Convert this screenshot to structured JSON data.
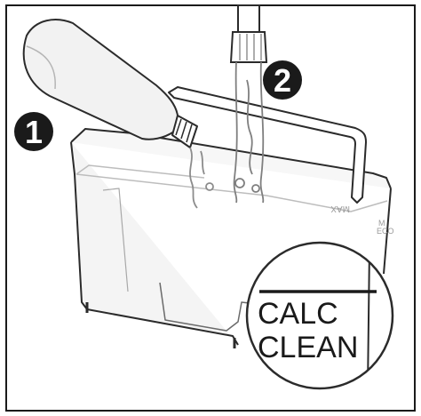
{
  "steps": [
    {
      "number": "1"
    },
    {
      "number": "2"
    }
  ],
  "zoom": {
    "line1": "CALC",
    "line2": "CLEAN"
  },
  "tank": {
    "max_mark": "MAX",
    "side_mark_1": "M",
    "side_mark_2": "ECO"
  }
}
